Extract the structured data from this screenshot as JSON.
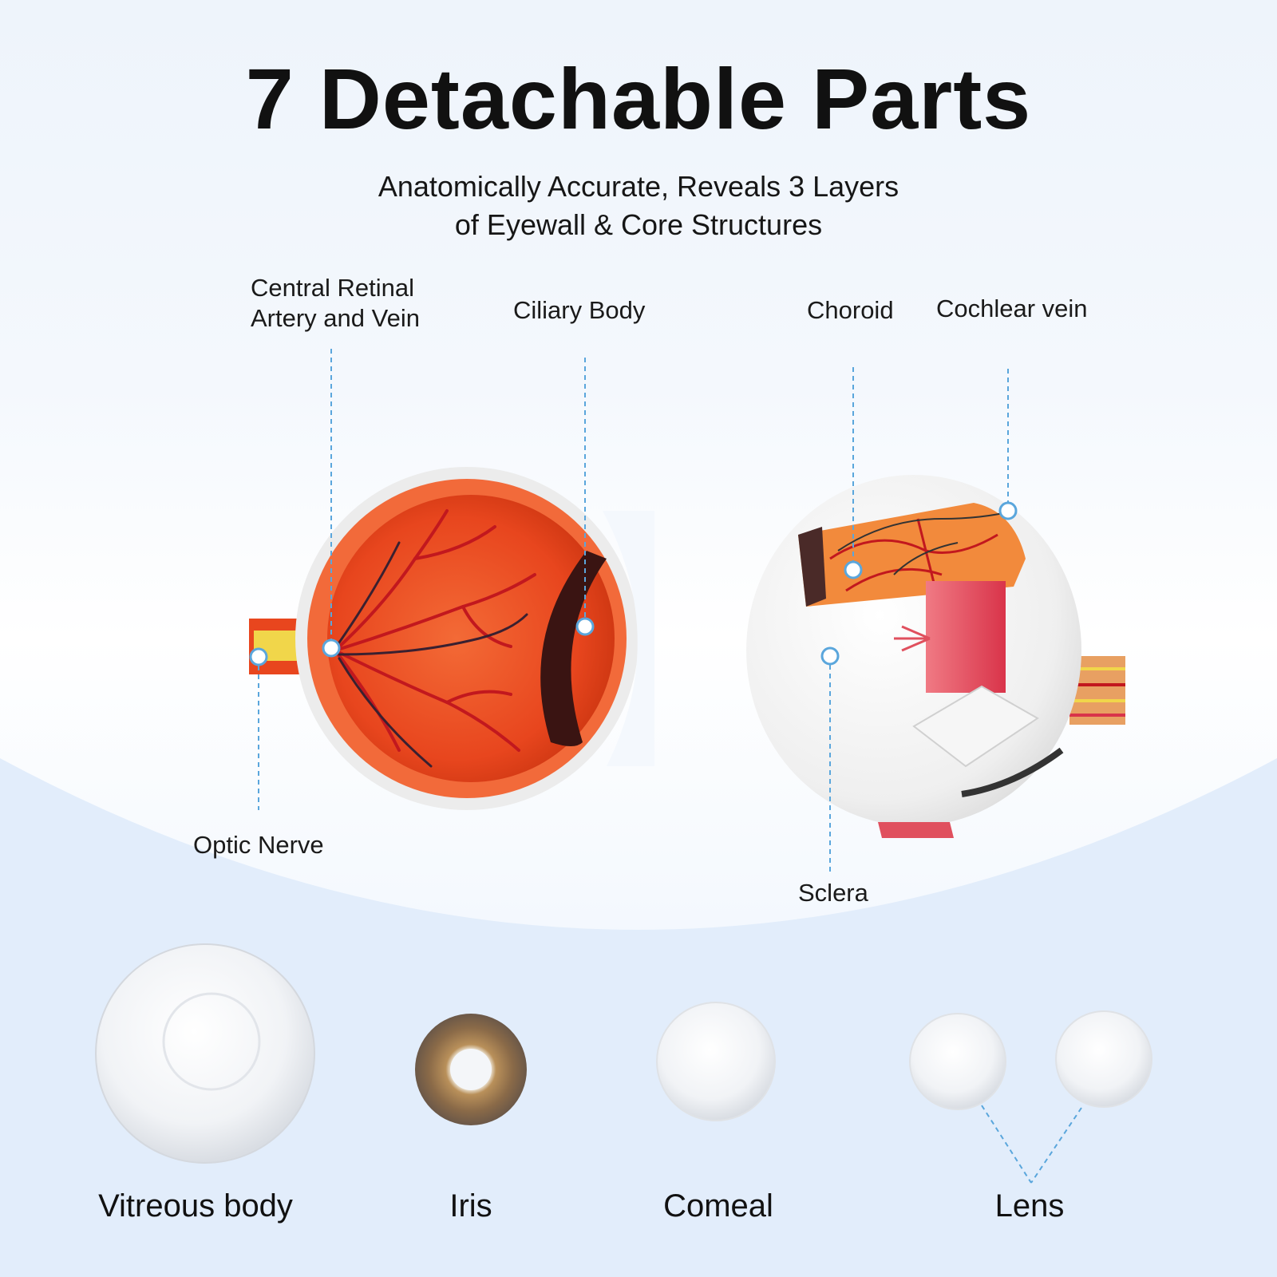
{
  "header": {
    "title": "7 Detachable Parts",
    "subtitle_line1": "Anatomically Accurate, Reveals 3 Layers",
    "subtitle_line2": "of Eyewall & Core Structures"
  },
  "callouts": {
    "central_retinal_line1": "Central Retinal",
    "central_retinal_line2": "Artery and Vein",
    "ciliary_body": "Ciliary Body",
    "choroid": "Choroid",
    "cochlear_vein": "Cochlear vein",
    "optic_nerve": "Optic Nerve",
    "sclera": "Sclera"
  },
  "parts": {
    "vitreous_body": "Vitreous body",
    "iris": "Iris",
    "corneal": "Comeal",
    "lens": "Lens"
  },
  "colors": {
    "accent_line": "#5aa6dc",
    "retina": "#e8461e",
    "vessel": "#c2181e",
    "sclera": "#f3f3f3"
  }
}
